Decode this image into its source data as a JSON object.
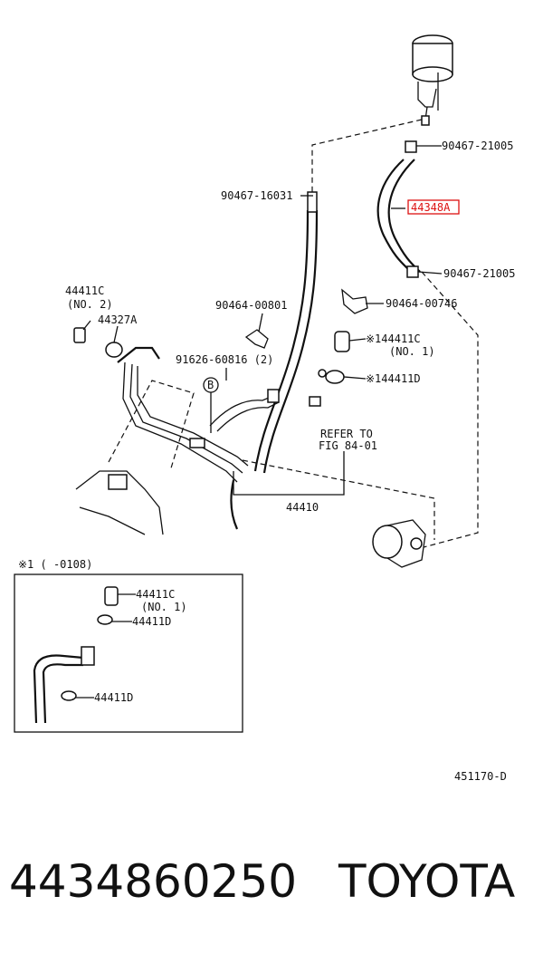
{
  "labels": {
    "p90467_21005_top": "90467-21005",
    "p90467_16031": "90467-16031",
    "p44348A": "44348A",
    "p90467_21005_bottom": "90467-21005",
    "p44411C_no2_a": "44411C",
    "p44411C_no2_b": "(NO. 2)",
    "p90464_00801": "90464-00801",
    "p90464_00746": "90464-00746",
    "p44327A": "44327A",
    "p1_44411C_a": "※144411C",
    "p1_44411C_b": "(NO. 1)",
    "p91626": "91626-60816 (2)",
    "p1_44411D": "※144411D",
    "callout_B": "B",
    "refer_a": "REFER TO",
    "refer_b": "FIG 84-01",
    "p44410": "44410",
    "inset_title": "※1 (     -0108)",
    "inset_44411C_a": "44411C",
    "inset_44411C_b": "(NO. 1)",
    "inset_44411D_a": "44411D",
    "inset_44411D_b": "44411D",
    "figure_code": "451170-D"
  },
  "footer": {
    "part_number": "4434860250",
    "brand": "TOYOTA"
  },
  "colors": {
    "highlight": "#dd1111",
    "ink": "#111111"
  }
}
